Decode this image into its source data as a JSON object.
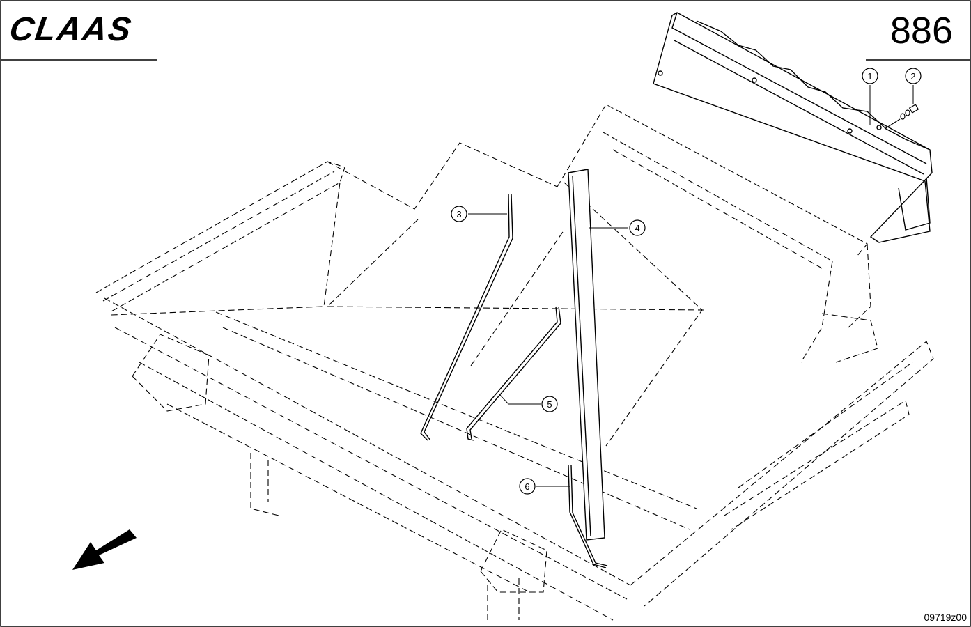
{
  "header": {
    "brand": "CLAAS",
    "page_number": "886"
  },
  "callouts": [
    {
      "id": "callout-1",
      "label": "1"
    },
    {
      "id": "callout-2",
      "label": "2"
    },
    {
      "id": "callout-3",
      "label": "3"
    },
    {
      "id": "callout-4",
      "label": "4"
    },
    {
      "id": "callout-5",
      "label": "5"
    },
    {
      "id": "callout-6",
      "label": "6"
    }
  ],
  "footer": {
    "drawing_reference": "09719z00"
  },
  "colors": {
    "line": "#000000",
    "background": "#ffffff"
  },
  "icons": {
    "direction_arrow": "arrow-down-left-icon"
  }
}
